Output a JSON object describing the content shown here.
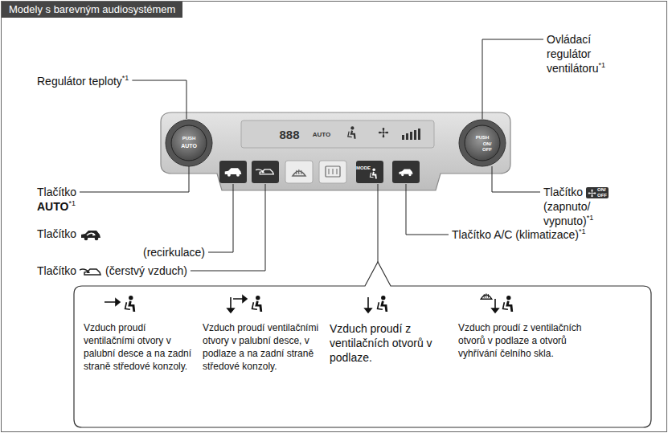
{
  "diagram": {
    "nodes": [
      {
        "text": [
          "Modely s barevným audiosystémem"
        ]
      },
      {
        "text": [
          "Vzduch proudí ventilačními otvory v palubní desce a na zadní straně středové konzoly.",
          "Vzduch proudí ventilačními otvory v palubní desce, v podlaze a na zadní straně středové konzoly.",
          "Vzduch proudí z ventilačních otvorů v podlaze.",
          "Vzduch proudí z ventilačních otvorů v podlaze a otvorů vyhřívání čelního skla."
        ]
      }
    ],
    "labels": [
      "Regulátor teploty",
      "*1",
      "Ovládací regulátor ventilátoru",
      "*1",
      "Tlačítko",
      "AUTO",
      "*1",
      "Tlačítko",
      "(recirkulace)",
      "Tlačítko",
      "(čerstvý vzduch)",
      "Tlačítko",
      "(zapnuto/",
      "vypnuto)",
      "*1",
      "Tlačítko A/C (klimatizace)",
      "*1",
      "888",
      "AUTO",
      "PUSH",
      "AUTO",
      "PUSH",
      "ON/",
      "OFF",
      "ON/",
      "OFF",
      "MODE"
    ]
  }
}
